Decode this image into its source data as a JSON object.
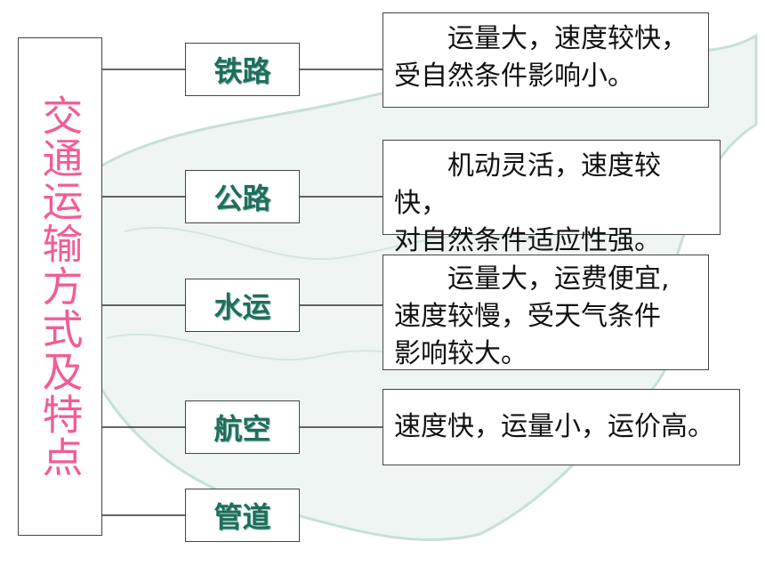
{
  "title": "交通运输方式及特点",
  "modes": [
    {
      "label": "铁路",
      "desc_lines": [
        "运量大，速度较快，",
        "受自然条件影响小。"
      ]
    },
    {
      "label": "公路",
      "desc_lines": [
        "机动灵活，速度较快，",
        "对自然条件适应性强。"
      ]
    },
    {
      "label": "水运",
      "desc_lines": [
        "运量大，运费便宜,",
        "速度较慢，受天气条件",
        "影响较大。"
      ]
    },
    {
      "label": "航空",
      "desc_lines": [
        "速度快，运量小，运价高。"
      ]
    },
    {
      "label": "管道",
      "desc_lines": []
    }
  ],
  "colors": {
    "title": "#f25c97",
    "mode_text": "#1f6e5c"
  }
}
